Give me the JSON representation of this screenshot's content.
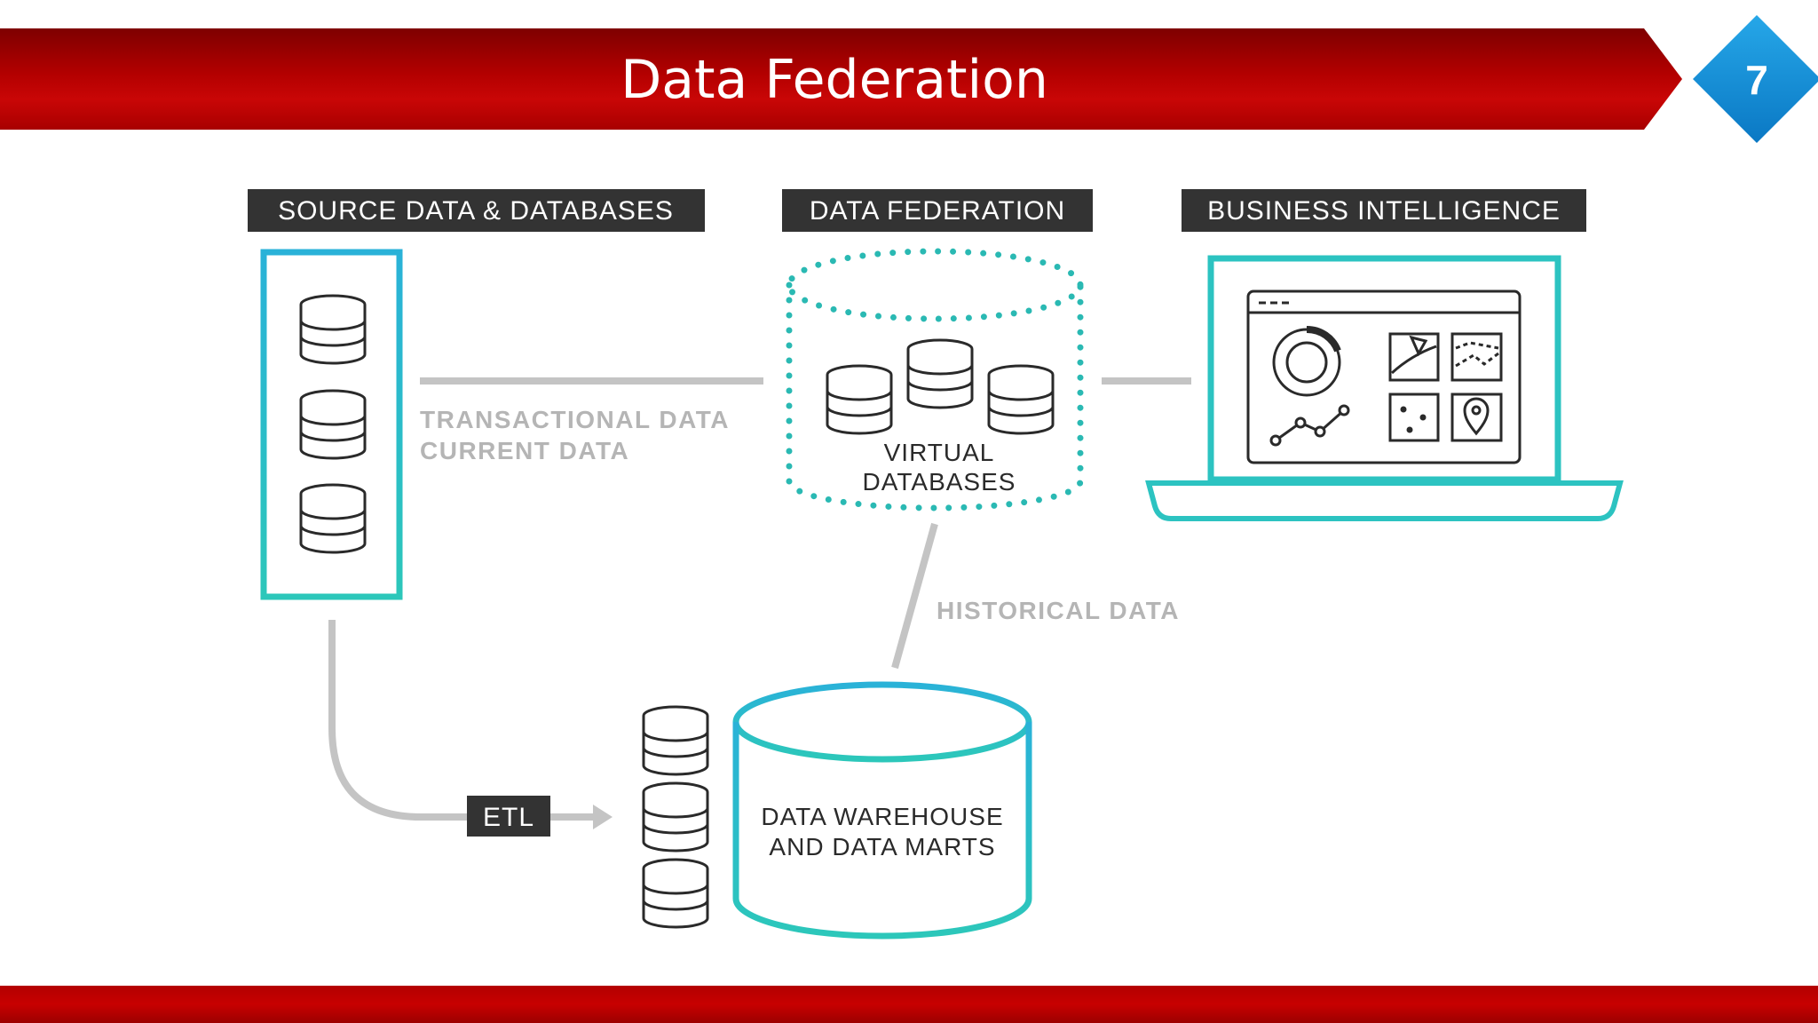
{
  "slide": {
    "title": "Data Federation",
    "number": "7"
  },
  "diagram": {
    "headers": {
      "source": "SOURCE DATA & DATABASES",
      "federation": "DATA FEDERATION",
      "bi": "BUSINESS INTELLIGENCE"
    },
    "labels": {
      "transactional": "TRANSACTIONAL DATA",
      "current": "CURRENT DATA",
      "virtual_line1": "VIRTUAL",
      "virtual_line2": "DATABASES",
      "historical": "HISTORICAL DATA",
      "etl": "ETL",
      "warehouse_line1": "DATA WAREHOUSE",
      "warehouse_line2": "AND DATA MARTS"
    }
  },
  "colors": {
    "title_red": "#b30000",
    "badge_blue": "#1a93d9",
    "teal": "#2cc3c1",
    "label_dark": "#333333",
    "line_gray": "#c4c4c4",
    "label_gray": "#b5b5b5",
    "icon_dark": "#2a2a2a"
  }
}
